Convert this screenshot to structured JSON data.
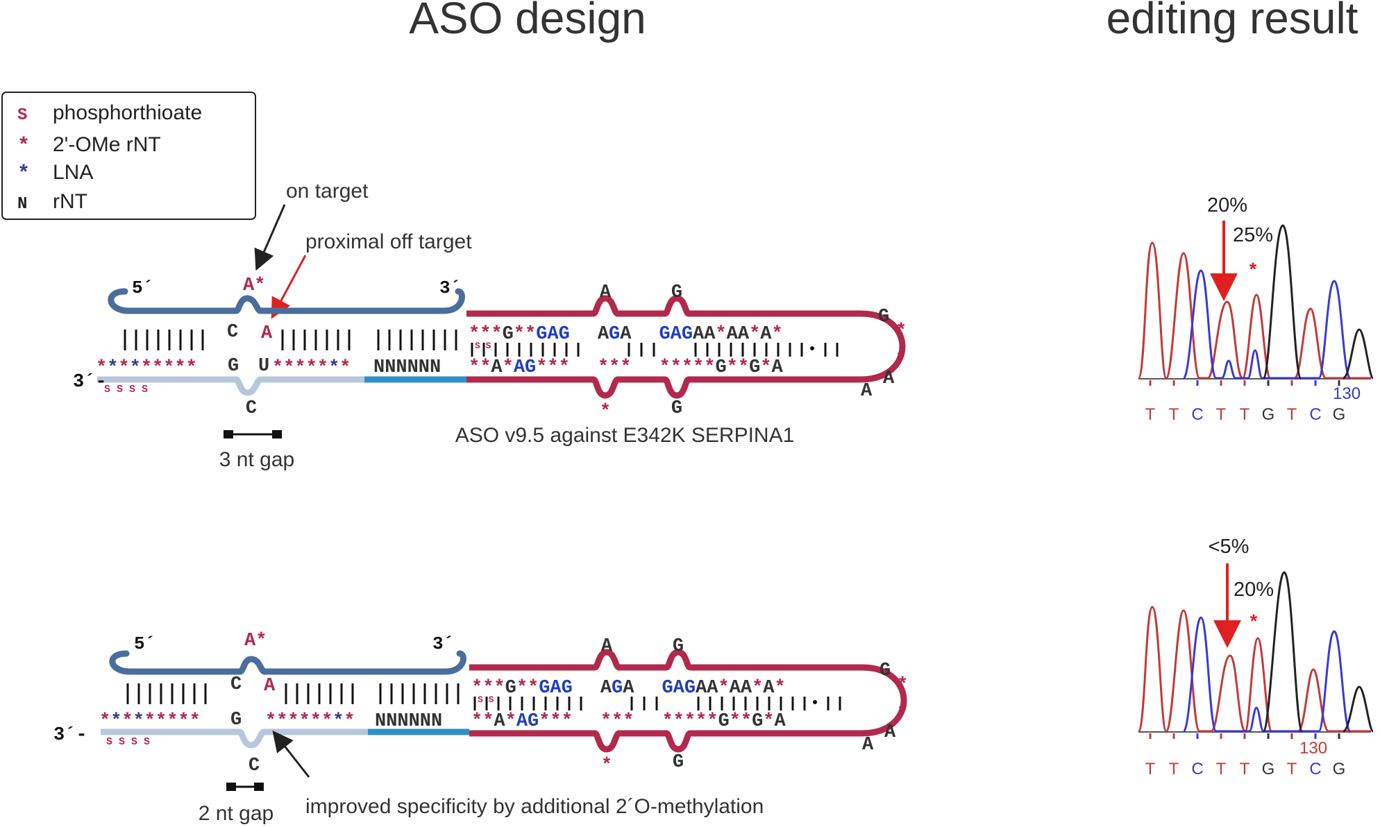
{
  "titles": {
    "design": "ASO design",
    "result": "editing result"
  },
  "legend": [
    {
      "symbol": "S",
      "label": "phosphorthioate",
      "color": "#b2294d"
    },
    {
      "symbol": "*",
      "label": "2'-OMe rNT",
      "color": "#b2294d"
    },
    {
      "symbol": "*",
      "label": "LNA",
      "color": "#3a3a8c"
    },
    {
      "symbol": "N",
      "label": "rNT",
      "color": "#222222"
    }
  ],
  "colors": {
    "target_strand": "#4a6e9c",
    "aso_strand": "#b2294d",
    "aso_light": "#b7c7dd",
    "linker": "#2f8fc9",
    "blue_nt": "#1f3fbf",
    "arrow_red": "#e02020"
  },
  "top": {
    "on_target": "on target",
    "proximal_off_target": "proximal off target",
    "five_prime": "5´",
    "three_prime": "3´",
    "three_prime_aso": "3´-",
    "gap_label": "3 nt gap",
    "aso_name": "ASO v9.5 against E342K SERPINA1",
    "edit_pct_1": "20%",
    "edit_pct_2": "25%",
    "bases": [
      "T",
      "T",
      "C",
      "T",
      "T",
      "G",
      "T",
      "C",
      "G"
    ],
    "base_colors": [
      "#c23a3a",
      "#c23a3a",
      "#3a3ad0",
      "#c23a3a",
      "#c23a3a",
      "#333333",
      "#c23a3a",
      "#3a3ad0",
      "#333333"
    ],
    "position_label": "130"
  },
  "bottom": {
    "five_prime": "5´",
    "three_prime": "3´",
    "three_prime_aso": "3´-",
    "gap_label": "2 nt gap",
    "improved_label": "improved specificity by additional 2´O-methylation",
    "edit_pct_1": "<5%",
    "edit_pct_2": "20%",
    "bases": [
      "T",
      "T",
      "C",
      "T",
      "T",
      "G",
      "T",
      "C",
      "G"
    ],
    "base_colors": [
      "#c23a3a",
      "#c23a3a",
      "#3a3ad0",
      "#c23a3a",
      "#c23a3a",
      "#333333",
      "#c23a3a",
      "#3a3ad0",
      "#333333"
    ],
    "position_label": "130"
  },
  "sequence": {
    "A_star": "A*",
    "C": "C",
    "A": "A",
    "G": "G",
    "U": "U",
    "N_block": "NNNNNN",
    "loop_A": "A",
    "loop_G": "G",
    "loop_star": "*",
    "loop_G2": "G",
    "hp_top_1": "***G**",
    "hp_top_gag1": "GAG",
    "hp_top_aga": "AGA",
    "hp_top_gag2": "GAG",
    "hp_top_rest": "AA*AA*A*",
    "hp_bot_1": "**A*",
    "hp_bot_ag": "AG",
    "hp_bot_2": "***",
    "hp_bot_3": "***",
    "hp_bot_4": "*****G**G*A",
    "tip_G": "G",
    "tip_A1": "A",
    "tip_A2": "A",
    "ss": "S S",
    "ssss": "S S S S"
  }
}
